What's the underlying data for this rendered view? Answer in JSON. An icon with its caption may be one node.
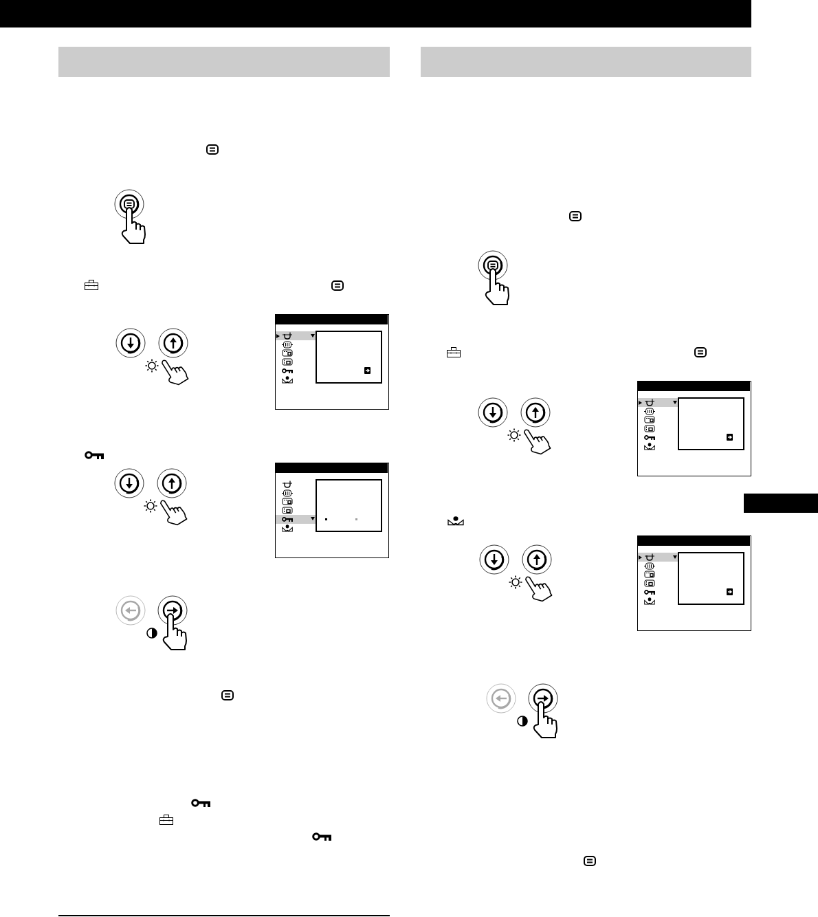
{
  "diagram": {
    "nodes": [
      {
        "text": [],
        "shape": "bar"
      },
      {
        "text": [],
        "shape": "bar"
      },
      {
        "text": [],
        "shape": "box"
      },
      {
        "text": [],
        "shape": "bar",
        "in": 2
      },
      {
        "text": [],
        "shape": "box"
      },
      {
        "text": [],
        "shape": "bar",
        "in": 4
      },
      {
        "text": [],
        "shape": "box"
      },
      {
        "text": [],
        "shape": "bar",
        "in": 6
      },
      {
        "text": [],
        "shape": "bar"
      },
      {
        "text": [],
        "shape": "box"
      },
      {
        "text": [],
        "shape": "bar",
        "in": 9
      }
    ]
  }
}
